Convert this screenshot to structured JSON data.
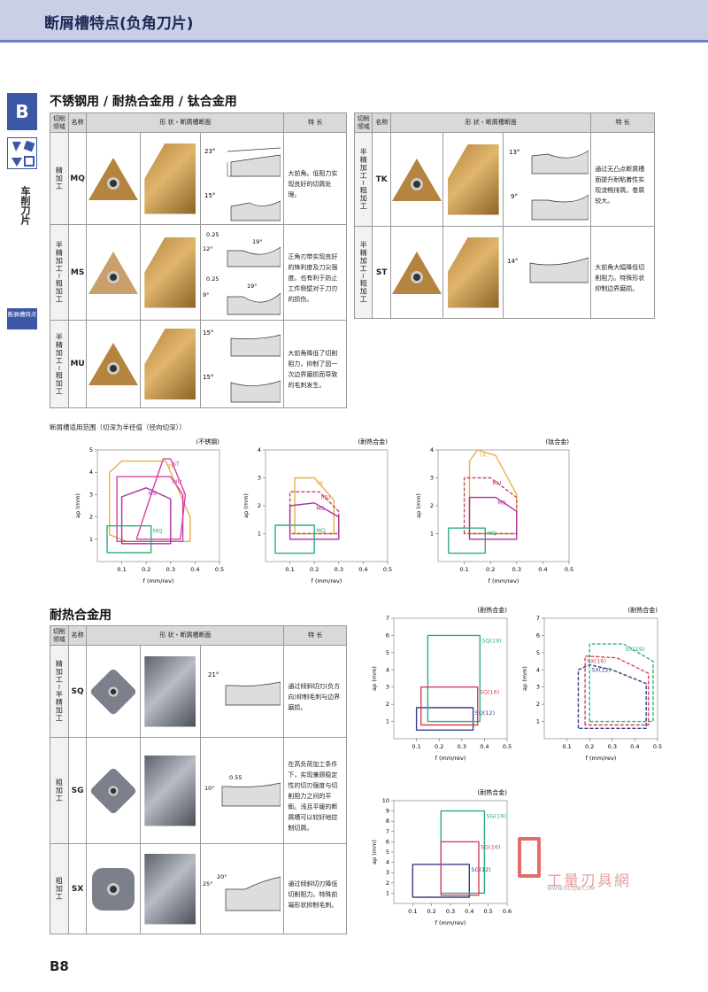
{
  "header": {
    "title": "断屑槽特点(负角刀片)"
  },
  "side": {
    "letter": "B",
    "vertical": "车削刀片",
    "tab": "断屑槽特点"
  },
  "section1": {
    "title": "不锈钢用 / 耐热合金用 / 钛合金用"
  },
  "section2": {
    "title": "耐热合金用"
  },
  "headers": {
    "area": "切削领域",
    "name": "名称",
    "shape": "形 状・断屑槽断面",
    "feature": "特 长",
    "shape2": "形 状・断屑槽断面"
  },
  "rows_left": [
    {
      "cat": "精加工",
      "code": "MQ",
      "angles": [
        "23°",
        "15°"
      ],
      "feature": "大前角。低阻力实现良好的切屑处理。"
    },
    {
      "cat": "半精加工~粗加工",
      "code": "MS",
      "angles": [
        "0.25",
        "12°",
        "19°",
        "0.25",
        "9°",
        "19°"
      ],
      "feature": "正角刃带实现良好的锋利度及刀尖强度。也有利于防止工件侧壁对于刀刃的损伤。"
    },
    {
      "cat": "半精加工~粗加工",
      "code": "MU",
      "angles": [
        "15°",
        "15°"
      ],
      "feature": "大前角降低了切削阻力，抑制了因一次边界磨损而导致的毛刺发生。"
    }
  ],
  "rows_right": [
    {
      "cat": "半精加工~粗加工",
      "code": "TK",
      "angles": [
        "13°",
        "9°"
      ],
      "feature": "通过无凸点断屑槽面提升耐粘着性实现流畅排屑。卷屑较大。"
    },
    {
      "cat": "半精加工~粗加工",
      "code": "ST",
      "angles": [
        "14°"
      ],
      "feature": "大前角大幅降低切削阻力。特殊形状抑制边界磨损。"
    }
  ],
  "rows_bottom": [
    {
      "cat": "精加工~半精加工",
      "code": "SQ",
      "angles": [
        "21°"
      ],
      "feature": "通过倾斜切刃(负方向)抑制毛刺与边界磨损。"
    },
    {
      "cat": "粗加工",
      "code": "SG",
      "angles": [
        "10°",
        "0.55"
      ],
      "feature": "在高负荷加工条件下，实现兼顾稳定性的切刃强度与切削阻力之间的平衡。浅且平缓的断屑槽可以较好地控制切屑。"
    },
    {
      "cat": "粗加工",
      "code": "SX",
      "angles": [
        "25°",
        "20°"
      ],
      "feature": "通过倾斜切刃降低切削阻力。特殊前端形状抑制毛刺。"
    }
  ],
  "range_caption": "断屑槽适用范围〔切深为半径值（径向切深）〕",
  "chart_data": [
    {
      "type": "area",
      "title": "(不锈钢)",
      "xlabel": "f (mm/rev)",
      "ylabel": "ap (mm)",
      "xlim": [
        0,
        0.5
      ],
      "ylim": [
        0,
        5
      ],
      "xticks": [
        "0.1",
        "0.2",
        "0.3",
        "0.4",
        "0.5"
      ],
      "yticks": [
        "1",
        "2",
        "3",
        "4",
        "5"
      ],
      "series": [
        {
          "name": "TK",
          "color": "#e8b04a",
          "dash": false,
          "points": [
            [
              0.05,
              4
            ],
            [
              0.05,
              1.2
            ],
            [
              0.12,
              0.9
            ],
            [
              0.38,
              0.9
            ],
            [
              0.38,
              2
            ],
            [
              0.3,
              4
            ],
            [
              0.28,
              4.5
            ],
            [
              0.1,
              4.5
            ]
          ]
        },
        {
          "name": "ST",
          "color": "#d63fa8",
          "dash": false,
          "points": [
            [
              0.16,
              1
            ],
            [
              0.22,
              3
            ],
            [
              0.27,
              4.6
            ],
            [
              0.3,
              4.6
            ],
            [
              0.36,
              3
            ],
            [
              0.34,
              1
            ]
          ]
        },
        {
          "name": "MU",
          "color": "#d63fa8",
          "dash": false,
          "points": [
            [
              0.08,
              0.9
            ],
            [
              0.08,
              3.8
            ],
            [
              0.3,
              3.8
            ],
            [
              0.35,
              3
            ],
            [
              0.35,
              0.9
            ]
          ]
        },
        {
          "name": "MS",
          "color": "#b02fa0",
          "dash": false,
          "points": [
            [
              0.1,
              0.8
            ],
            [
              0.1,
              2.9
            ],
            [
              0.2,
              3.3
            ],
            [
              0.3,
              2.8
            ],
            [
              0.3,
              0.8
            ]
          ]
        },
        {
          "name": "MQ",
          "color": "#2fae7b",
          "dash": false,
          "points": [
            [
              0.04,
              0.4
            ],
            [
              0.04,
              1.6
            ],
            [
              0.22,
              1.6
            ],
            [
              0.22,
              0.4
            ]
          ]
        }
      ]
    },
    {
      "type": "area",
      "title": "(耐热合金)",
      "xlabel": "f (mm/rev)",
      "ylabel": "ap (mm)",
      "xlim": [
        0,
        0.5
      ],
      "ylim": [
        0,
        4
      ],
      "xticks": [
        "0.1",
        "0.2",
        "0.3",
        "0.4",
        "0.5"
      ],
      "yticks": [
        "1",
        "2",
        "3",
        "4"
      ],
      "series": [
        {
          "name": "TK",
          "color": "#e8b04a",
          "dash": false,
          "points": [
            [
              0.12,
              2.5
            ],
            [
              0.12,
              1
            ],
            [
              0.28,
              1
            ],
            [
              0.28,
              2.2
            ],
            [
              0.2,
              3
            ],
            [
              0.12,
              3
            ]
          ]
        },
        {
          "name": "MU",
          "color": "#c74a5a",
          "dash": true,
          "points": [
            [
              0.1,
              1
            ],
            [
              0.1,
              2.5
            ],
            [
              0.22,
              2.5
            ],
            [
              0.3,
              1.8
            ],
            [
              0.3,
              1
            ]
          ]
        },
        {
          "name": "MS",
          "color": "#b02fa0",
          "dash": false,
          "points": [
            [
              0.1,
              0.8
            ],
            [
              0.1,
              2
            ],
            [
              0.2,
              2.1
            ],
            [
              0.3,
              1.6
            ],
            [
              0.3,
              0.8
            ]
          ]
        },
        {
          "name": "MQ",
          "color": "#2fae7b",
          "dash": false,
          "points": [
            [
              0.04,
              0.3
            ],
            [
              0.04,
              1.3
            ],
            [
              0.2,
              1.3
            ],
            [
              0.2,
              0.3
            ]
          ]
        }
      ]
    },
    {
      "type": "area",
      "title": "(钛合金)",
      "xlabel": "f (mm/rev)",
      "ylabel": "ap (mm)",
      "xlim": [
        0,
        0.5
      ],
      "ylim": [
        0,
        4
      ],
      "xticks": [
        "0.1",
        "0.2",
        "0.3",
        "0.4",
        "0.5"
      ],
      "yticks": [
        "1",
        "2",
        "3",
        "4"
      ],
      "series": [
        {
          "name": "TK",
          "color": "#e8b04a",
          "dash": false,
          "points": [
            [
              0.12,
              3.6
            ],
            [
              0.12,
              1
            ],
            [
              0.3,
              1
            ],
            [
              0.3,
              2.4
            ],
            [
              0.22,
              3.8
            ],
            [
              0.15,
              4
            ]
          ]
        },
        {
          "name": "MU",
          "color": "#c74a5a",
          "dash": true,
          "points": [
            [
              0.1,
              1
            ],
            [
              0.1,
              3
            ],
            [
              0.2,
              3
            ],
            [
              0.3,
              2.3
            ],
            [
              0.3,
              1
            ]
          ]
        },
        {
          "name": "MS",
          "color": "#b02fa0",
          "dash": false,
          "points": [
            [
              0.12,
              0.8
            ],
            [
              0.12,
              2.3
            ],
            [
              0.22,
              2.3
            ],
            [
              0.3,
              1.8
            ],
            [
              0.3,
              0.8
            ]
          ]
        },
        {
          "name": "MQ",
          "color": "#2fae7b",
          "dash": false,
          "points": [
            [
              0.04,
              0.3
            ],
            [
              0.04,
              1.2
            ],
            [
              0.18,
              1.2
            ],
            [
              0.18,
              0.3
            ]
          ]
        }
      ]
    },
    {
      "type": "area",
      "title": "(耐热合金)",
      "xlabel": "f (mm/rev)",
      "ylabel": "ap (mm)",
      "xlim": [
        0,
        0.5
      ],
      "ylim": [
        0,
        7
      ],
      "xticks": [
        "0.1",
        "0.2",
        "0.3",
        "0.4",
        "0.5"
      ],
      "yticks": [
        "1",
        "2",
        "3",
        "4",
        "5",
        "6",
        "7"
      ],
      "series": [
        {
          "name": "SQ(12)",
          "color": "#3a3f8a",
          "dash": false,
          "points": [
            [
              0.1,
              0.5
            ],
            [
              0.1,
              1.8
            ],
            [
              0.35,
              1.8
            ],
            [
              0.35,
              0.5
            ]
          ]
        },
        {
          "name": "SQ(19)",
          "color": "#2fae7b",
          "dash": false,
          "points": [
            [
              0.15,
              1
            ],
            [
              0.15,
              6
            ],
            [
              0.38,
              6
            ],
            [
              0.38,
              1
            ]
          ]
        },
        {
          "name": "SQ(16)",
          "color": "#d6405a",
          "dash": false,
          "points": [
            [
              0.12,
              0.8
            ],
            [
              0.12,
              3
            ],
            [
              0.37,
              3
            ],
            [
              0.37,
              0.8
            ]
          ]
        }
      ]
    },
    {
      "type": "area",
      "title": "(耐热合金)",
      "xlabel": "f (mm/rev)",
      "ylabel": "ap (mm)",
      "xlim": [
        0,
        0.5
      ],
      "ylim": [
        0,
        7
      ],
      "xticks": [
        "0.1",
        "0.2",
        "0.3",
        "0.4",
        "0.5"
      ],
      "yticks": [
        "1",
        "2",
        "3",
        "4",
        "5",
        "6",
        "7"
      ],
      "series": [
        {
          "name": "SX(12)",
          "color": "#3a3f8a",
          "dash": true,
          "points": [
            [
              0.15,
              0.6
            ],
            [
              0.15,
              4
            ],
            [
              0.2,
              4.3
            ],
            [
              0.3,
              4
            ],
            [
              0.45,
              3.2
            ],
            [
              0.45,
              0.6
            ]
          ]
        },
        {
          "name": "SX(19)",
          "color": "#2fae7b",
          "dash": true,
          "points": [
            [
              0.2,
              1
            ],
            [
              0.2,
              5.5
            ],
            [
              0.35,
              5.5
            ],
            [
              0.48,
              4.5
            ],
            [
              0.48,
              1
            ]
          ]
        },
        {
          "name": "SX(16)",
          "color": "#d6405a",
          "dash": true,
          "points": [
            [
              0.18,
              0.8
            ],
            [
              0.18,
              4.8
            ],
            [
              0.32,
              4.7
            ],
            [
              0.46,
              3.8
            ],
            [
              0.46,
              0.8
            ]
          ]
        }
      ]
    },
    {
      "type": "area",
      "title": "(耐热合金)",
      "xlabel": "f (mm/rev)",
      "ylabel": "ap (mm)",
      "xlim": [
        0,
        0.6
      ],
      "ylim": [
        0,
        10
      ],
      "xticks": [
        "0.1",
        "0.2",
        "0.3",
        "0.4",
        "0.5",
        "0.6"
      ],
      "yticks": [
        "1",
        "2",
        "3",
        "4",
        "5",
        "6",
        "7",
        "8",
        "9",
        "10"
      ],
      "series": [
        {
          "name": "SG(12)",
          "color": "#3a3f8a",
          "dash": false,
          "points": [
            [
              0.1,
              0.6
            ],
            [
              0.1,
              3.8
            ],
            [
              0.4,
              3.8
            ],
            [
              0.4,
              0.6
            ]
          ]
        },
        {
          "name": "SG(19)",
          "color": "#2fae7b",
          "dash": false,
          "points": [
            [
              0.25,
              1
            ],
            [
              0.25,
              9
            ],
            [
              0.48,
              9
            ],
            [
              0.48,
              1
            ]
          ]
        },
        {
          "name": "SG(16)",
          "color": "#d6405a",
          "dash": false,
          "points": [
            [
              0.25,
              0.8
            ],
            [
              0.25,
              6
            ],
            [
              0.45,
              6
            ],
            [
              0.45,
              0.8
            ]
          ]
        }
      ]
    }
  ],
  "page_number": "B8",
  "watermark": {
    "text": "工量刃具網",
    "url": "WWW.GLRJW.COM"
  }
}
